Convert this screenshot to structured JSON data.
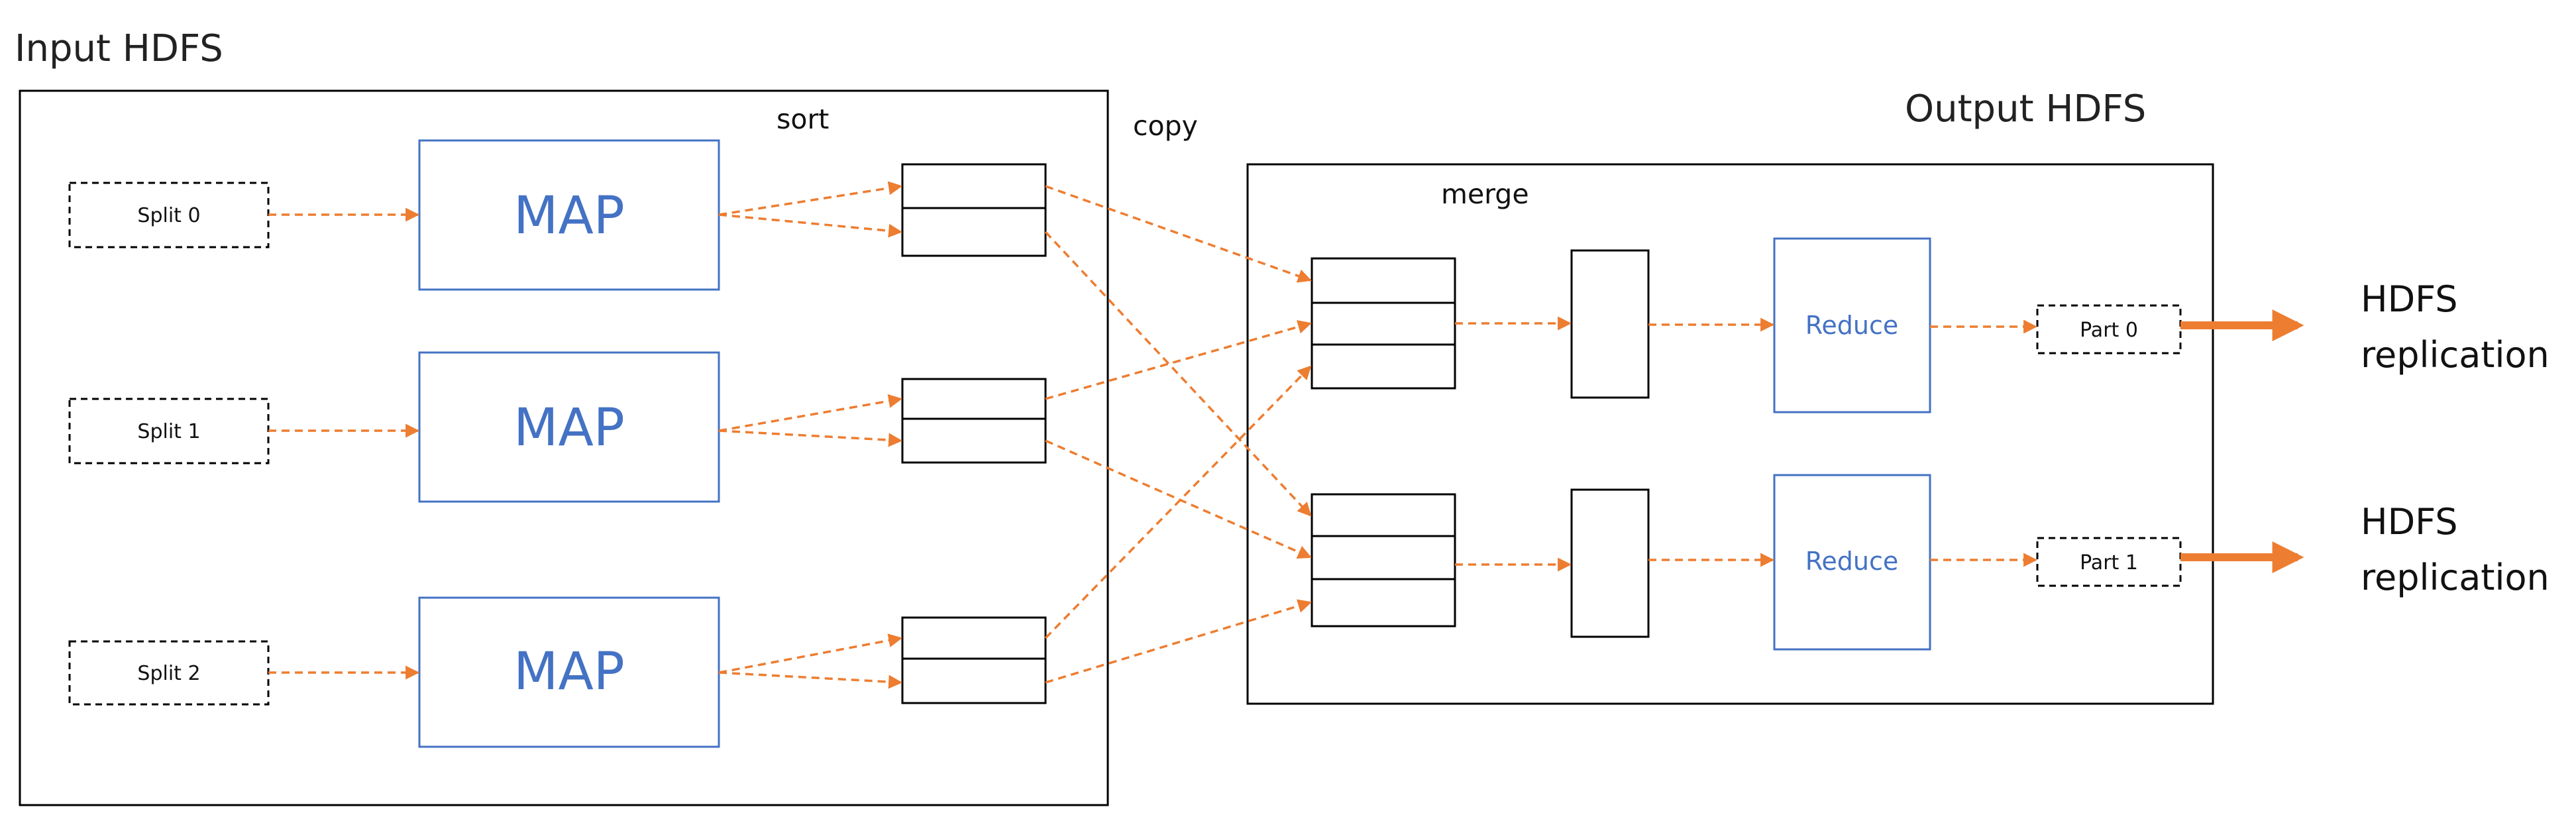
{
  "labels": {
    "input_hdfs": "Input HDFS",
    "output_hdfs": "Output HDFS",
    "sort": "sort",
    "copy": "copy",
    "merge": "merge"
  },
  "splits": [
    "Split 0",
    "Split 1",
    "Split 2"
  ],
  "maps": [
    "MAP",
    "MAP",
    "MAP"
  ],
  "reducers": [
    "Reduce",
    "Reduce"
  ],
  "parts": [
    "Part 0",
    "Part 1"
  ],
  "replication": [
    {
      "line1": "HDFS",
      "line2": "replication"
    },
    {
      "line1": "HDFS",
      "line2": "replication"
    }
  ],
  "colors": {
    "arrow": "#ED7D31",
    "process_text": "#4472C4",
    "process_border": "#4472C4",
    "outline": "#000000"
  }
}
